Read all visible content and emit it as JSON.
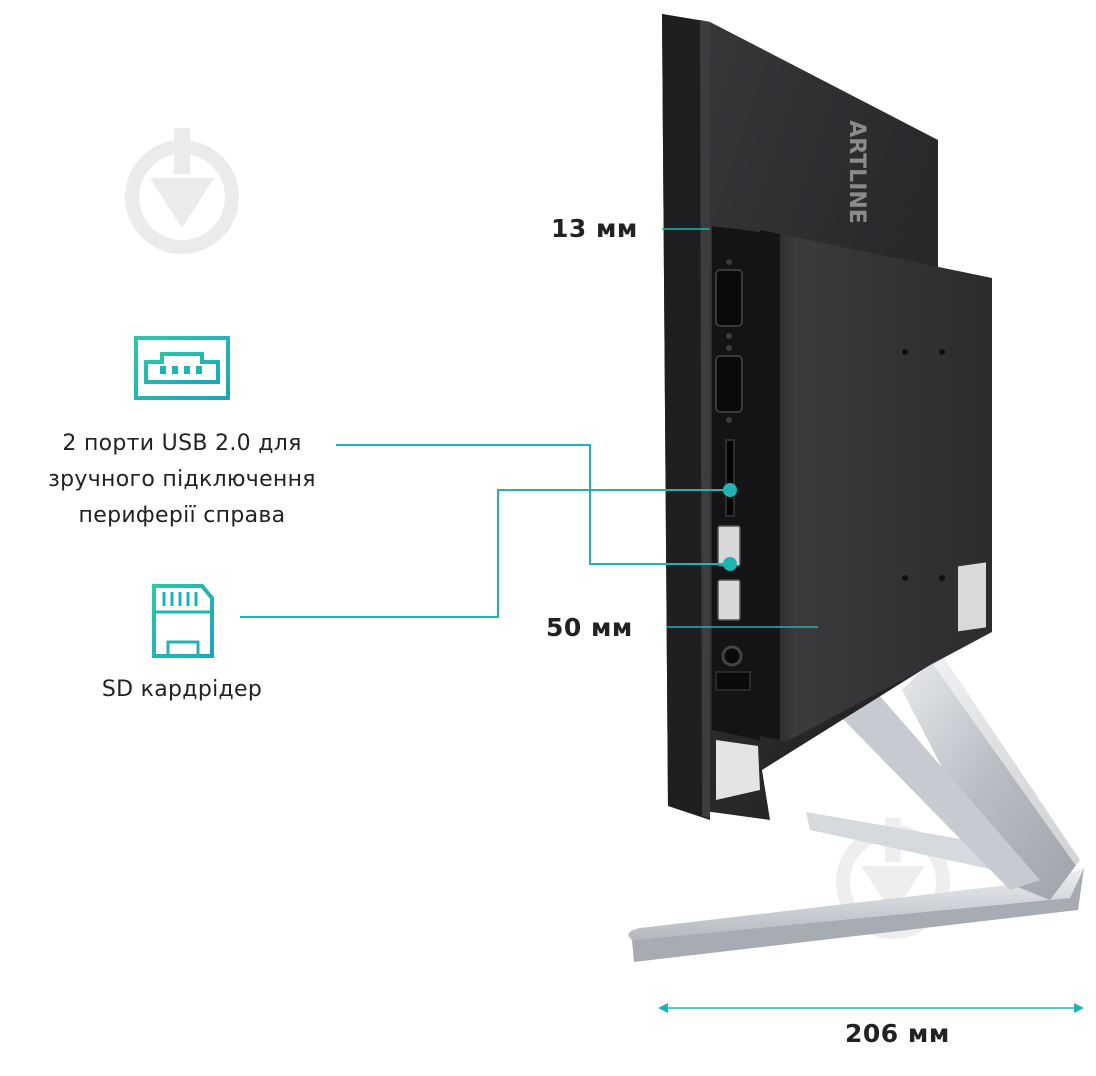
{
  "brand": "ARTLINE",
  "dimensions": {
    "bezel_thickness": "13 мм",
    "module_depth": "50 мм",
    "stand_depth": "206 мм"
  },
  "features": {
    "usb": {
      "icon": "usb-port-icon",
      "caption_lines": [
        "2 порти USB 2.0 для",
        "зручного підключення",
        "периферії справа"
      ]
    },
    "sd": {
      "icon": "sd-card-icon",
      "caption": "SD кардрідер"
    }
  },
  "colors": {
    "accent": "#1fb3b1",
    "text": "#222222",
    "monitor": "#2a2a2c",
    "stand": "#c9ccd1"
  }
}
